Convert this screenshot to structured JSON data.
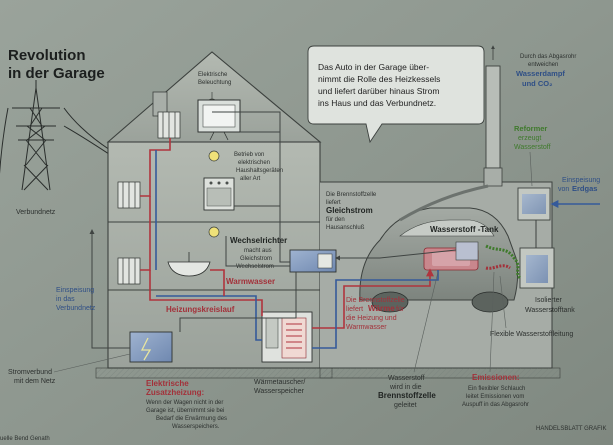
{
  "title_line1": "Revolution",
  "title_line2": "in der Garage",
  "callout": {
    "line1": "Das Auto in der Garage über-",
    "line2": "nimmt die Rolle des Heizkessels",
    "line3": "und liefert darüber hinaus Strom",
    "line4": "ins Haus und das Verbundnetz."
  },
  "labels": {
    "beleuchtung_1": "Elektrische",
    "beleuchtung_2": "Beleuchtung",
    "geraete_1": "Betrieb von",
    "geraete_2": "elektrischen",
    "geraete_3": "Haushaltsgeräten",
    "geraete_4": "aller Art",
    "verbundnetz": "Verbundnetz",
    "einspeisung_netz_1": "Einspeisung",
    "einspeisung_netz_2": "in das",
    "einspeisung_netz_3": "Verbundnetz",
    "stromverbund_1": "Stromverbund",
    "stromverbund_2": "mit dem Netz",
    "wechselrichter_b": "Wechselrichter",
    "wechselrichter_1": "macht aus",
    "wechselrichter_2": "Gleichstrom",
    "wechselrichter_3": "Wechselstrom",
    "warmwasser": "Warmwasser",
    "heizungskreislauf": "Heizungskreislauf",
    "brennstoffzelle_gs_1": "Die Brennstoffzelle",
    "brennstoffzelle_gs_2": "liefert",
    "brennstoffzelle_gs_b": "Gleichstrom",
    "brennstoffzelle_gs_3": "für den",
    "brennstoffzelle_gs_4": "Hausanschluß",
    "brennstoffzelle_w_1": "Die Brennstoffzelle",
    "brennstoffzelle_w_2": "liefert",
    "brennstoffzelle_w_b": "Wärme",
    "brennstoffzelle_w_3": "für",
    "brennstoffzelle_w_4": "die Heizung und",
    "brennstoffzelle_w_5": "Warmwasser",
    "tank": "Wasserstoff -Tank",
    "abgas_1": "Durch das Abgasrohr",
    "abgas_2": "entweichen",
    "abgas_b1": "Wasserdampf",
    "abgas_b2": "und CO₂",
    "reformer_b": "Reformer",
    "reformer_1": "erzeugt",
    "reformer_2": "Wasserstoff",
    "erdgas_1": "Einspeisung",
    "erdgas_2": "von",
    "erdgas_b": "Erdgas",
    "isolierter_1": "Isolierter",
    "isolierter_2": "Wasserstofftank",
    "flex_leitung": "Flexible Wasserstoffleitung",
    "wt_1": "Wärmetauscher/",
    "wt_2": "Wasserspeicher",
    "zusatz_b1": "Elektrische",
    "zusatz_b2": "Zusatzheizung:",
    "zusatz_1": "Wenn der Wagen nicht in der",
    "zusatz_2": "Garage ist, übernimmt sie bei",
    "zusatz_3": "Bedarf die Erwärmung des",
    "zusatz_4": "Wasserspeichers.",
    "ws_1": "Wasserstoff",
    "ws_2": "wird in die",
    "ws_b": "Brennstoffzelle",
    "ws_3": "geleitet",
    "em_b": "Emissionen:",
    "em_1": "Ein flexibler Schlauch",
    "em_2": "leitet Emissionen  vom",
    "em_3": "Auspuff in das Abgasrohr",
    "quelle": "uelle Bend Genath",
    "credit": "HANDELSBLATT GRAFIK"
  },
  "icons": {
    "bulb": "light-bulb-icon",
    "tv": "television-icon",
    "stove": "stove-icon",
    "radiator": "radiator-icon",
    "pylon": "power-pylon-icon",
    "car": "fuel-cell-car-icon"
  },
  "colors": {
    "heat": "#b0343d",
    "cold": "#355a9a",
    "hydrogen_green": "#3f7a2c",
    "paper": "#8f9891"
  }
}
